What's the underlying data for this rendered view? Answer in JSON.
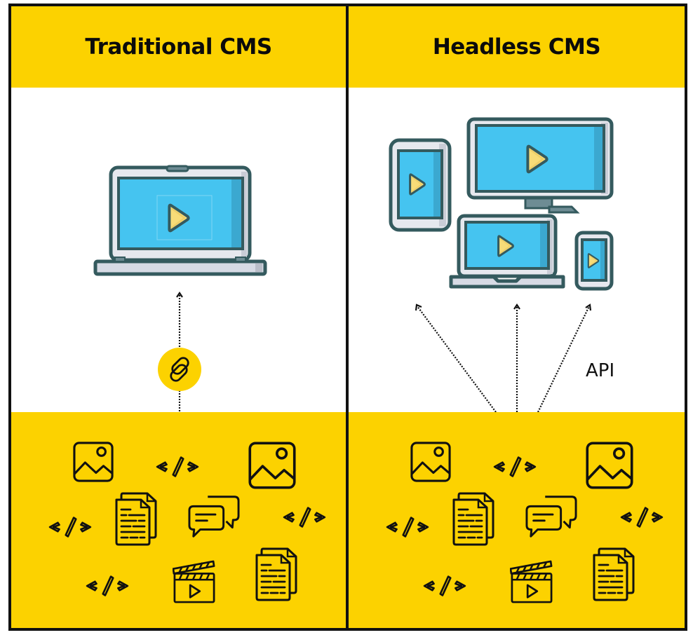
{
  "colors": {
    "accent_yellow": "#FCD200",
    "frame_border": "#111111",
    "device_outline": "#345A5E",
    "screen_blue": "#45C4F0",
    "screen_shade": "#3BA8D0",
    "device_body": "#E6E8EE",
    "play_yellow": "#F7DC78"
  },
  "left_panel": {
    "title": "Traditional CMS",
    "frontend": {
      "device": "laptop-icon",
      "content": "play-icon"
    },
    "connector": {
      "type": "dotted-arrow-up",
      "icon": "link-icon"
    },
    "backend_content": [
      "image-icon",
      "code-icon",
      "image-icon",
      "code-icon",
      "documents-icon",
      "chat-icon",
      "code-icon",
      "code-icon",
      "clapperboard-icon",
      "documents-icon"
    ]
  },
  "right_panel": {
    "title": "Headless CMS",
    "frontends": [
      "tablet-icon",
      "monitor-icon",
      "laptop-icon",
      "phone-icon"
    ],
    "connector": {
      "type": "dotted-arrows-fan",
      "count": 3,
      "label": "API"
    },
    "backend_content": [
      "image-icon",
      "code-icon",
      "image-icon",
      "code-icon",
      "documents-icon",
      "chat-icon",
      "code-icon",
      "code-icon",
      "clapperboard-icon",
      "documents-icon"
    ]
  },
  "code_glyph": "< />"
}
